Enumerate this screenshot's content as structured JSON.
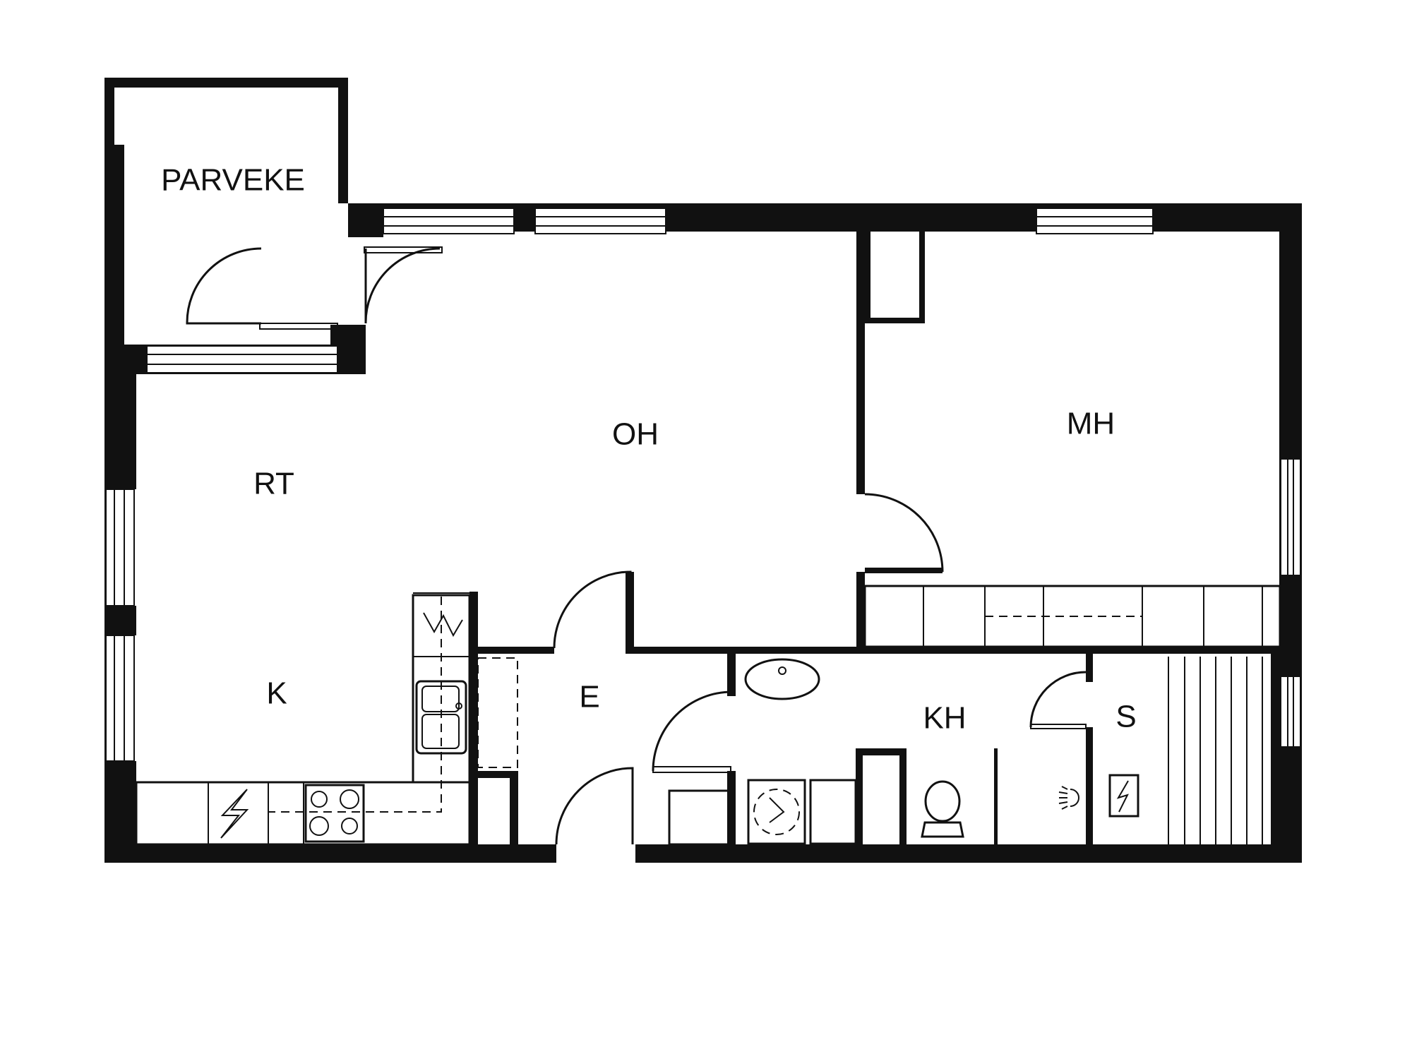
{
  "floorplan": {
    "rooms": {
      "parveke": "PARVEKE",
      "oh": "OH",
      "rt": "RT",
      "mh": "MH",
      "k": "K",
      "e": "E",
      "kh": "KH",
      "s": "S"
    },
    "colors": {
      "wall": "#111111",
      "background": "#ffffff"
    },
    "icons": [
      "sink-icon",
      "stove-icon",
      "fridge-icon",
      "dishwasher-icon",
      "washbasin-icon",
      "washing-machine-icon",
      "toilet-icon",
      "shower-icon",
      "sauna-heater-icon",
      "electric-icon"
    ]
  }
}
